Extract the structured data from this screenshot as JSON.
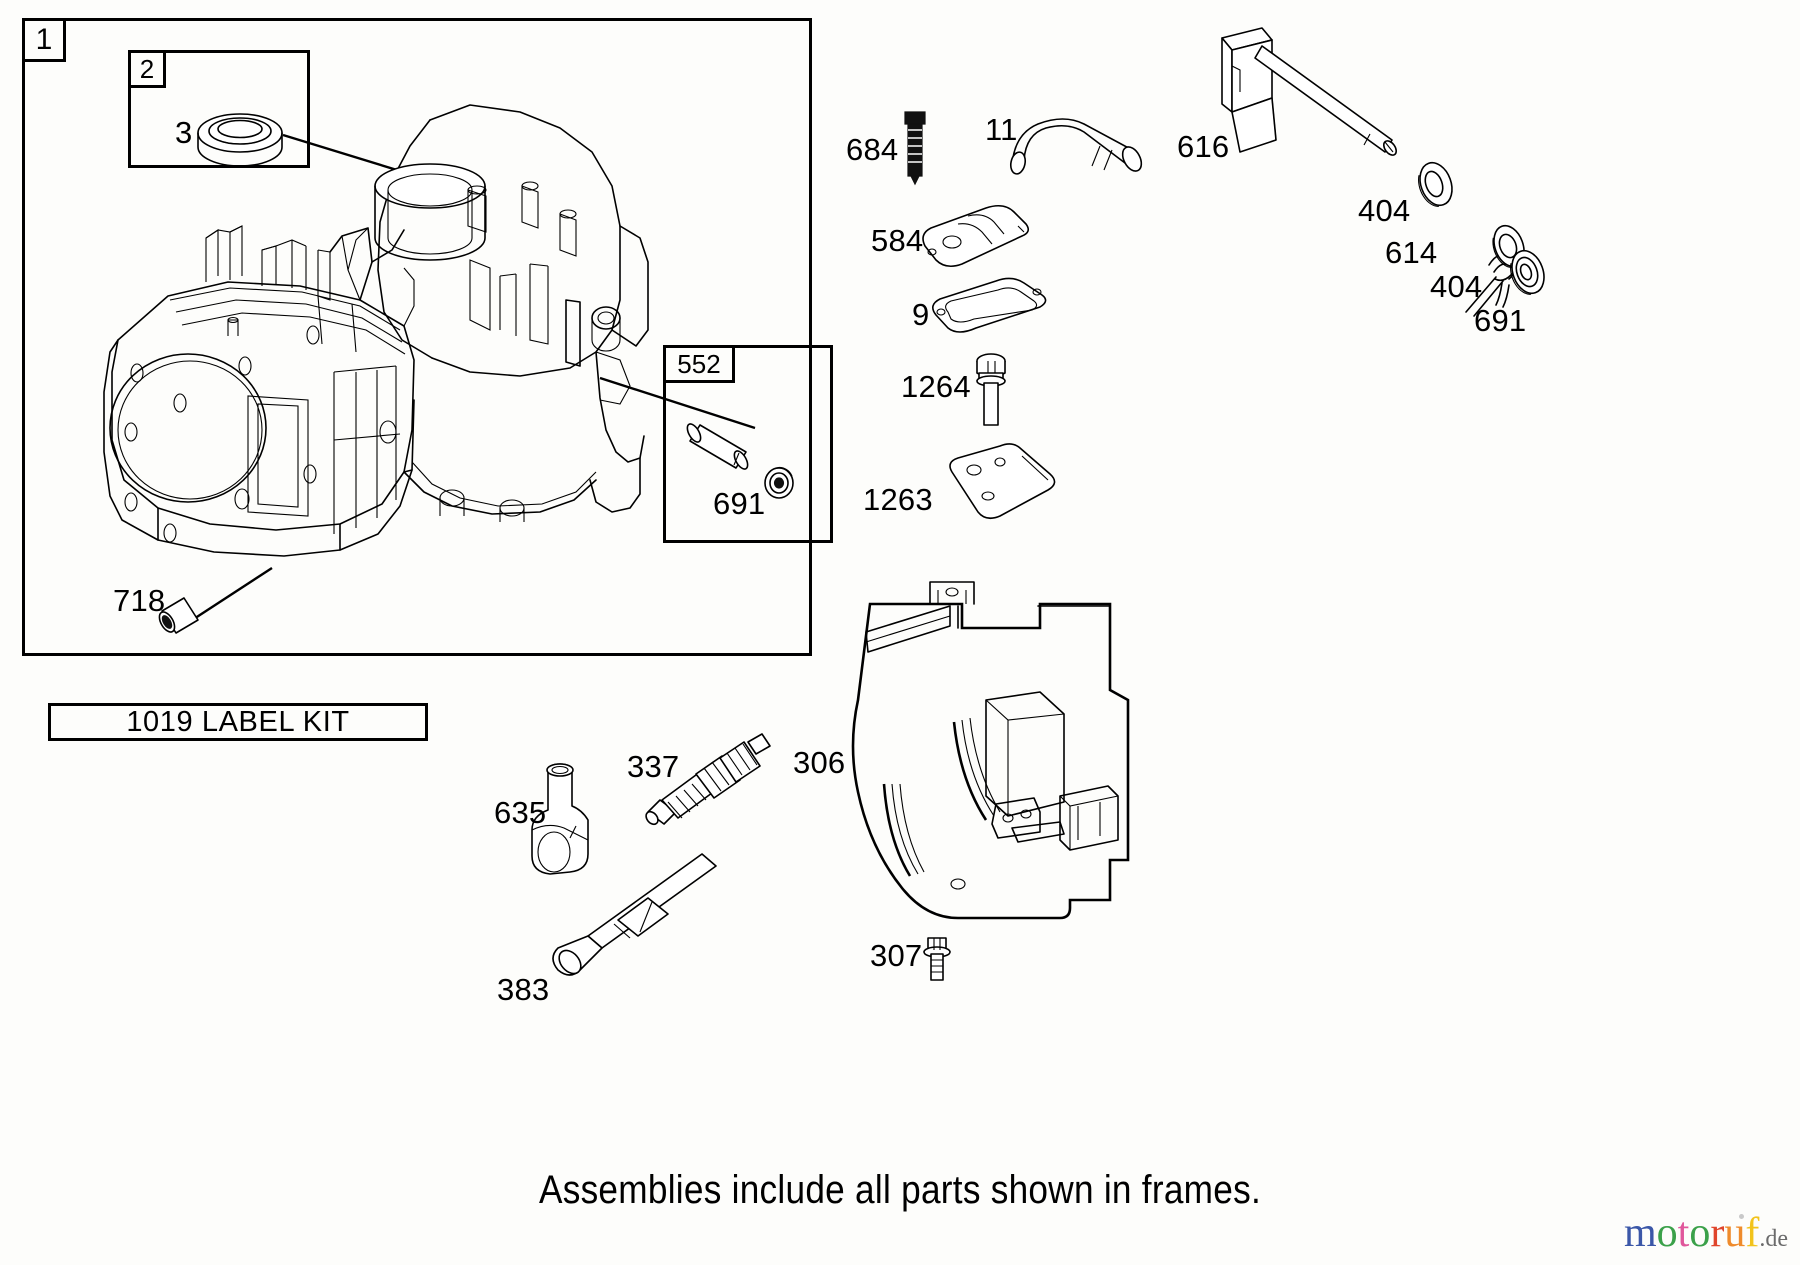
{
  "document": {
    "type": "parts-diagram",
    "footer_note": "Assemblies include all parts shown in frames.",
    "watermark": {
      "letters": [
        "m",
        "o",
        "t",
        "o",
        "r",
        "u",
        "f"
      ],
      "tld": ".de",
      "colors": [
        "#3b57a8",
        "#3ba14a",
        "#e0579b",
        "#3ba14a",
        "#e0452c",
        "#ef8b2c",
        "#f2c31b"
      ]
    }
  },
  "frames": {
    "frame_1": {
      "tag": "1"
    },
    "frame_2": {
      "tag": "2"
    },
    "frame_552": {
      "tag": "552"
    }
  },
  "label_kit": {
    "text": "1019 LABEL KIT"
  },
  "callouts": {
    "bearing_3": "3",
    "dowel_718": "718",
    "seal_691_in_552": "691",
    "screw_684": "684",
    "breather_tube_11": "11",
    "breather_584": "584",
    "gasket_9": "9",
    "bolt_1264": "1264",
    "bracket_1263": "1263",
    "governor_shaft_616": "616",
    "washer_404_upper": "404",
    "cotter_614": "614",
    "washer_404_lower": "404",
    "seal_691_right": "691",
    "boot_635": "635",
    "spark_plug_337": "337",
    "wrench_383": "383",
    "shroud_306": "306",
    "screw_307": "307"
  }
}
